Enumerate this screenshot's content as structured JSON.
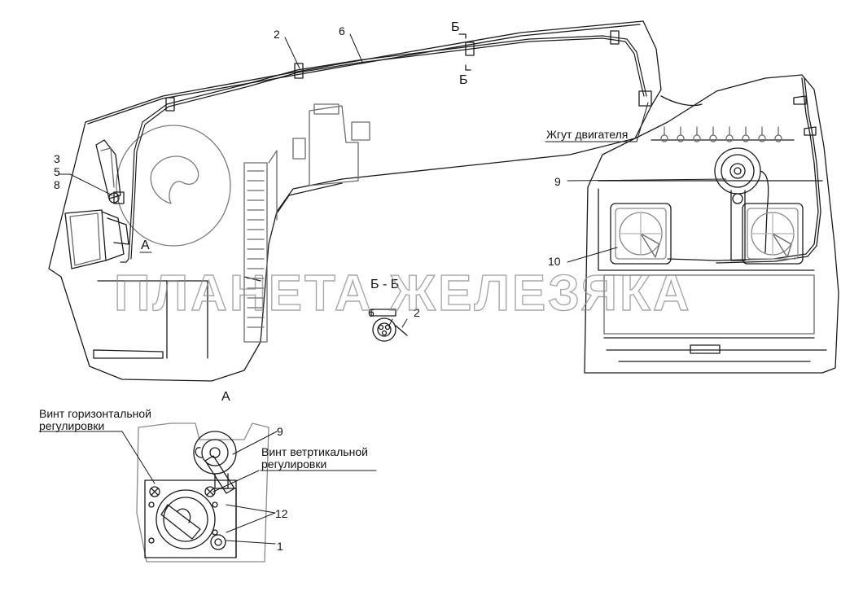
{
  "labels": {
    "n2": "2",
    "n6": "6",
    "b_top": "Б",
    "b_bottom": "Б",
    "n3": "3",
    "n5": "5",
    "n8": "8",
    "a_mark": "А",
    "harness": "Жгут двигателя",
    "n9": "9",
    "n10": "10",
    "section_title": "Б - Б",
    "sec_n6": "6",
    "sec_n2": "2",
    "view_a": "А",
    "hscrew_line1": "Винт горизонтальной",
    "hscrew_line2": "регулировки",
    "detail_n9": "9",
    "vscrew_line1": "Винт ветртикальной",
    "vscrew_line2": "регулировки",
    "n12": "12",
    "n1": "1"
  },
  "watermark": "ПЛАНЕТА ЖЕЛЕЗЯКА",
  "colors": {
    "line": "#1a1a1a",
    "light": "#9a9a9a",
    "watermark": "#8c8c8c"
  }
}
